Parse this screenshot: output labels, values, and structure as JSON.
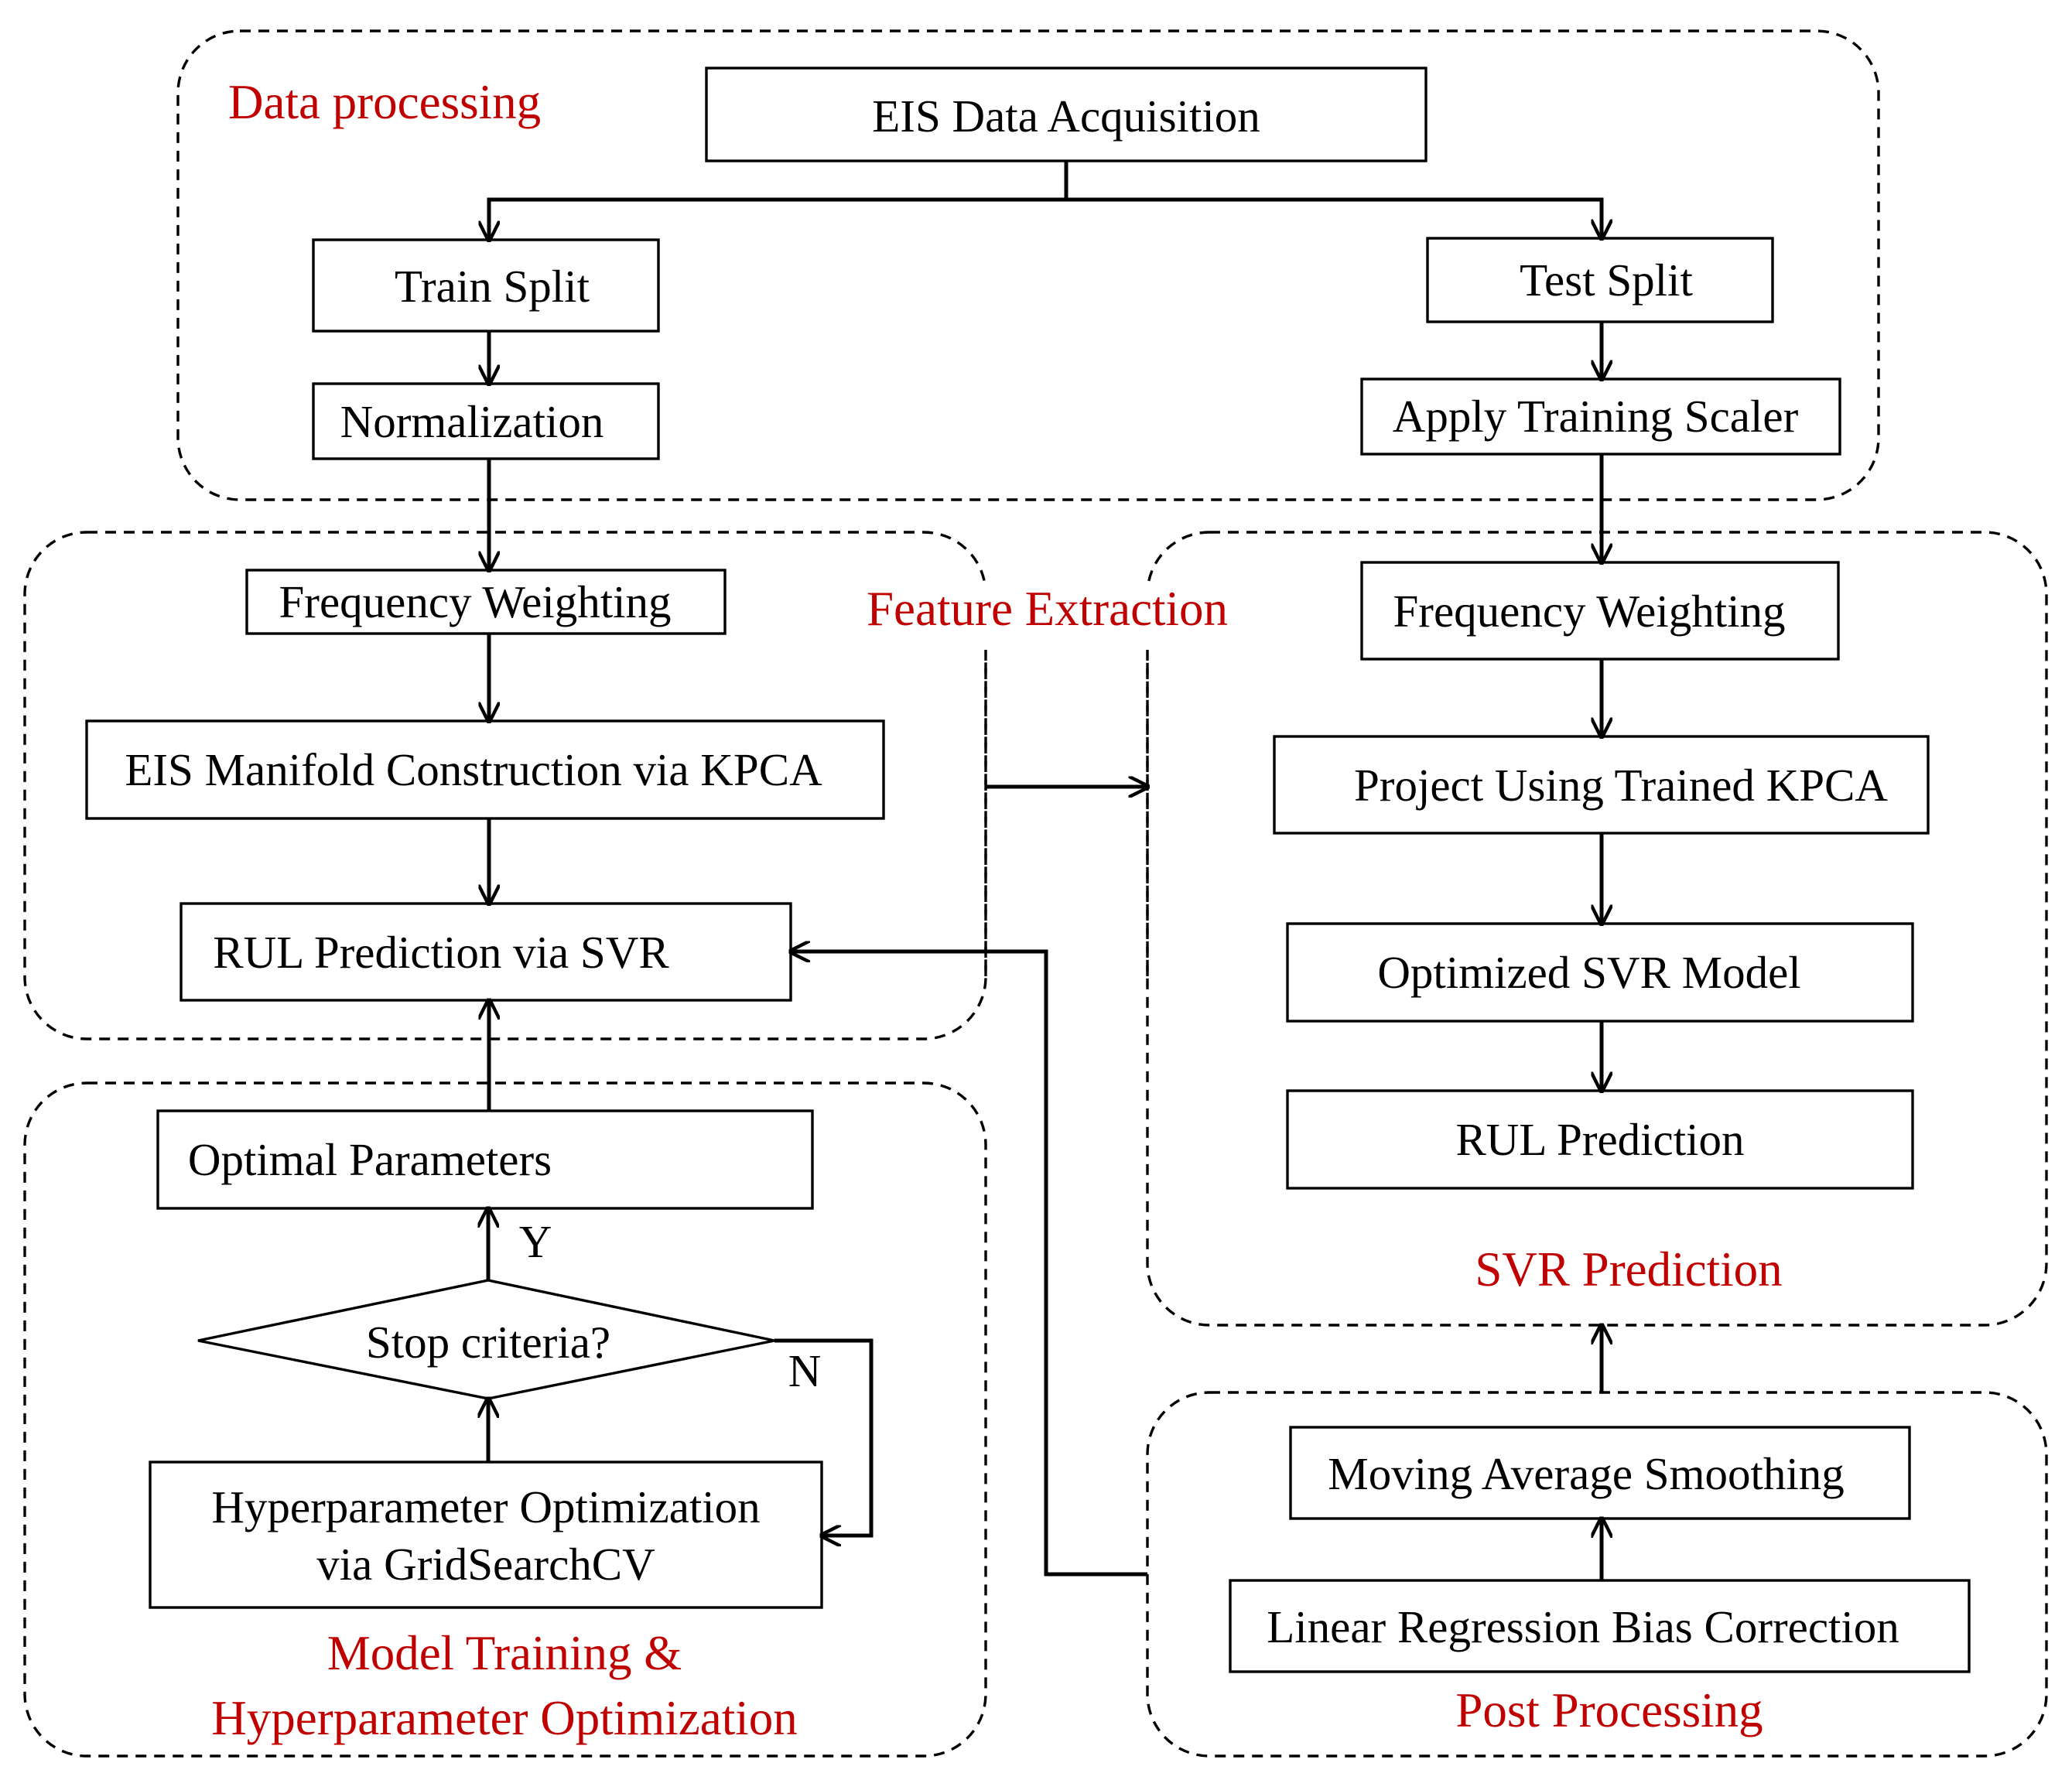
{
  "colors": {
    "group_label": "#c00000",
    "line": "#000000",
    "background": "#ffffff"
  },
  "groups": {
    "data_processing": "Data processing",
    "feature_extraction": "Feature Extraction",
    "svr_prediction": "SVR Prediction",
    "post_processing": "Post Processing",
    "model_training_line1": "Model Training &",
    "model_training_line2": "Hyperparameter Optimization"
  },
  "nodes": {
    "eis_acquisition": "EIS Data Acquisition",
    "train_split": "Train Split",
    "test_split": "Test Split",
    "normalization": "Normalization",
    "apply_scaler": "Apply Training Scaler",
    "freq_weighting_train": "Frequency Weighting",
    "freq_weighting_test": "Frequency Weighting",
    "kpca_manifold": "EIS Manifold Construction via KPCA",
    "project_kpca": "Project Using Trained KPCA",
    "rul_svr": "RUL Prediction via SVR",
    "optimized_svr": "Optimized SVR Model",
    "rul_prediction": "RUL Prediction",
    "optimal_params": "Optimal Parameters",
    "stop_criteria": "Stop criteria?",
    "hyperopt_line1": "Hyperparameter Optimization",
    "hyperopt_line2": "via GridSearchCV",
    "moving_average": "Moving Average Smoothing",
    "bias_correction": "Linear Regression Bias Correction"
  },
  "decision_labels": {
    "yes": "Y",
    "no": "N"
  }
}
